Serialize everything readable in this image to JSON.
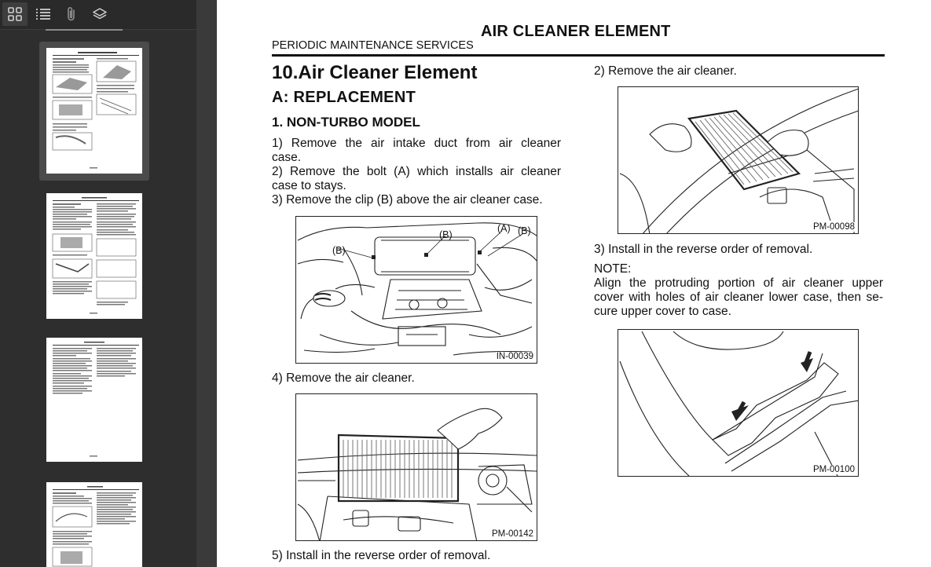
{
  "sidebar": {
    "tabs": [
      {
        "name": "thumbnails",
        "icon": "grid-icon"
      },
      {
        "name": "outline",
        "icon": "list-icon"
      },
      {
        "name": "attachments",
        "icon": "paperclip-icon"
      },
      {
        "name": "layers",
        "icon": "layers-icon"
      }
    ],
    "active_tab": "thumbnails",
    "thumbnails": [
      {
        "page": 1,
        "selected": true
      },
      {
        "page": 2,
        "selected": false
      },
      {
        "page": 3,
        "selected": false
      },
      {
        "page": 4,
        "selected": false
      }
    ]
  },
  "document": {
    "title": "AIR CLEANER ELEMENT",
    "section": "PERIODIC MAINTENANCE SERVICES",
    "heading": "10.Air Cleaner Element",
    "subheading": "A:  REPLACEMENT",
    "model_heading": "1.  NON-TURBO MODEL",
    "left_steps": {
      "s1_l1": "1) Remove the air intake duct from air cleaner",
      "s1_l2": "case.",
      "s2_l1": "2) Remove the bolt (A) which installs air cleaner",
      "s2_l2": "case to stays.",
      "s3": "3) Remove the clip (B) above the air cleaner case.",
      "s4": "4) Remove the air cleaner.",
      "s5": "5) Install in the reverse order of removal."
    },
    "right_steps": {
      "s2": "2) Remove the air cleaner.",
      "s3": "3) Install in the reverse order of removal.",
      "note_label": "NOTE:",
      "note_l1": "Align the protruding portion of air cleaner upper",
      "note_l2": "cover with holes of air cleaner lower case, then se-",
      "note_l3": "cure upper cover to case."
    },
    "figures": {
      "fig1_code": "IN-00039",
      "fig1_callout_a": "(A)",
      "fig1_callout_b1": "(B)",
      "fig1_callout_b2": "(B)",
      "fig1_callout_b3": "(B)",
      "fig2_code": "PM-00142",
      "fig3_code": "PM-00098",
      "fig4_code": "PM-00100"
    }
  },
  "colors": {
    "sidebar_bg": "#2e2e2e",
    "sidebar_toolbar_bg": "#2a2a2a",
    "selected_thumb_bg": "#4b4b4b",
    "gutter_bg": "#3a3a3a",
    "page_bg": "#ffffff",
    "text": "#111111"
  }
}
